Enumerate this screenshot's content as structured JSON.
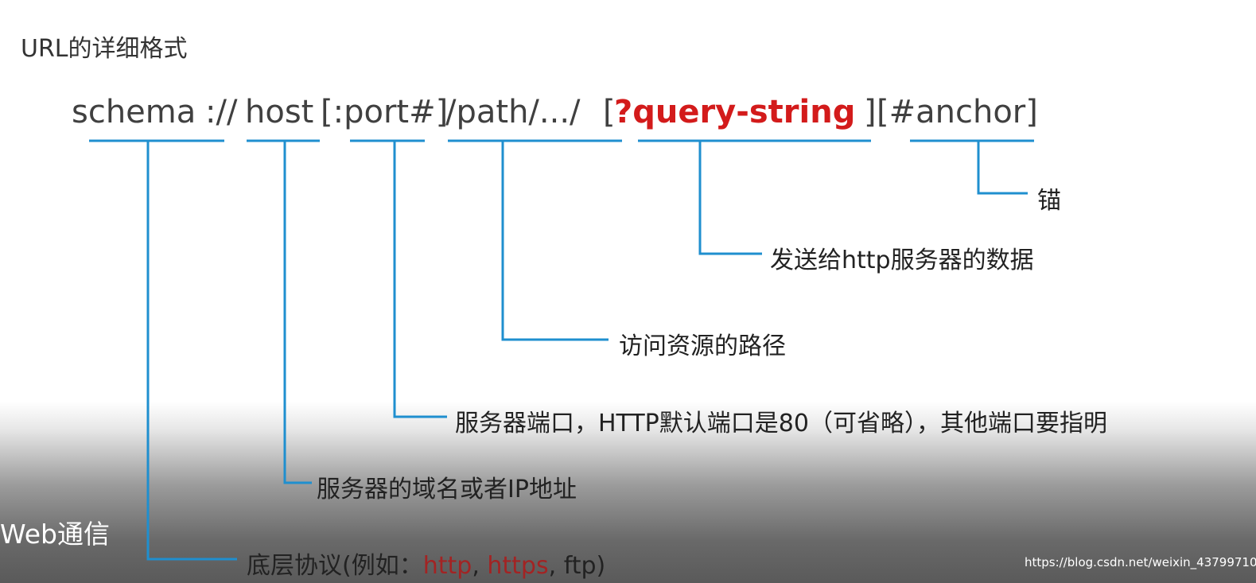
{
  "title": "URL的详细格式",
  "url_parts": {
    "schema": "schema",
    "sep1": "://",
    "host": "host",
    "port": "[:port#]",
    "path": "/path/.../",
    "open_bracket": "[",
    "query": "?query-string",
    "close_bracket": "]",
    "anchor": "[#anchor]"
  },
  "labels": {
    "anchor": "锚",
    "query": "发送给http服务器的数据",
    "path": "访问资源的路径",
    "port": "服务器端口，HTTP默认端口是80（可省略），其他端口要指明",
    "host": "服务器的域名或者IP地址",
    "schema_prefix": "底层协议(例如：",
    "schema_http": "http",
    "comma1": ", ",
    "schema_https": "https",
    "comma2": ", ",
    "schema_ftp": "ftp)"
  },
  "side_title": "Web通信",
  "watermark": "https://blog.csdn.net/weixin_43799710",
  "colors": {
    "connector": "#1f8fcf",
    "highlight_red": "#d31b1b",
    "example_red": "#a32323"
  }
}
